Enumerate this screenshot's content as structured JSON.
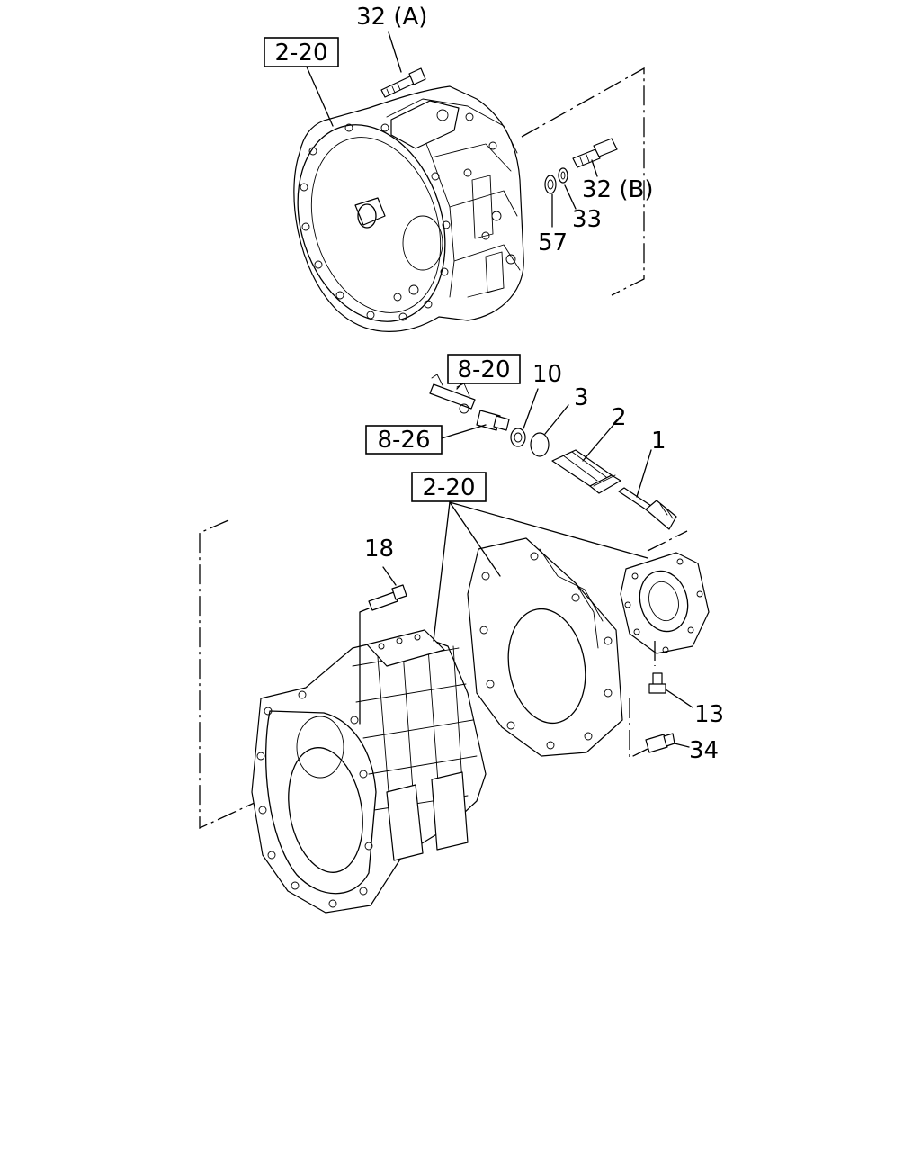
{
  "references": {
    "top_housing": "2-20",
    "sensor_assembly": "8-20",
    "sensor": "8-26",
    "lower_case": "2-20"
  },
  "callouts": {
    "bolt_a": "32 (A)",
    "bolt_b": "32 (B)",
    "washer_33": "33",
    "seal_57": "57",
    "seal_10": "10",
    "oring_3": "3",
    "shaft_2": "2",
    "driven_gear_1": "1",
    "bolt_18": "18",
    "bolt_13": "13",
    "plug_34": "34"
  }
}
